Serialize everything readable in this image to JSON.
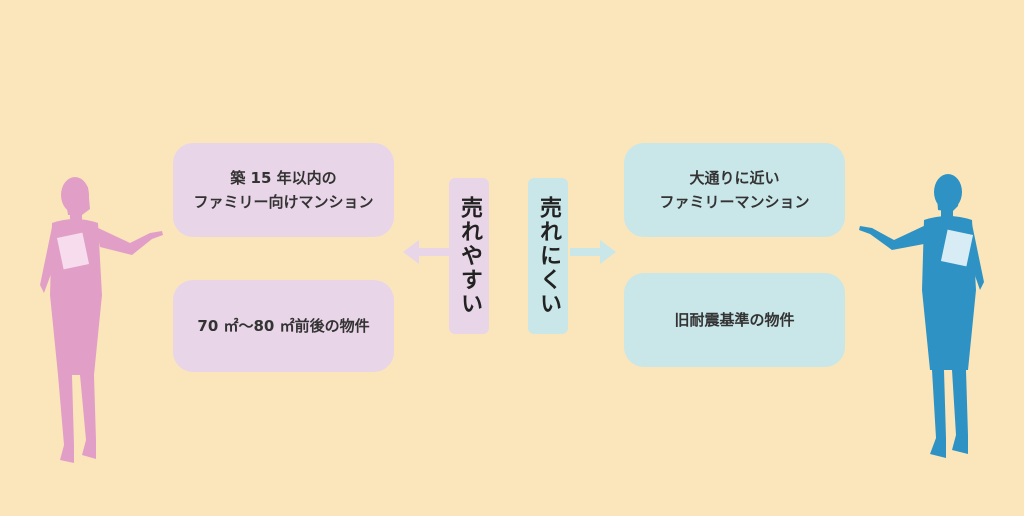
{
  "left": {
    "tag": "売れやすい",
    "boxes": [
      {
        "line1": "築 15 年以内の",
        "line2": "ファミリー向けマンション"
      },
      {
        "line1": "70 ㎡〜80 ㎡前後の物件"
      }
    ]
  },
  "right": {
    "tag": "売れにくい",
    "boxes": [
      {
        "line1": "大通りに近い",
        "line2": "ファミリーマンション"
      },
      {
        "line1": "旧耐震基準の物件"
      }
    ]
  },
  "colors": {
    "background": "#fbe6bb",
    "pink_box": "#e9d5e8",
    "blue_box": "#c9e6e9",
    "pink_figure": "#e19fc8",
    "blue_figure": "#2e93c4"
  }
}
